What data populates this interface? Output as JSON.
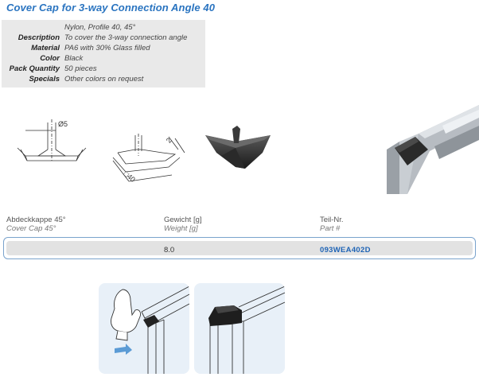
{
  "product": {
    "title": "Cover Cap for 3-way Connection Angle 40",
    "subtitle": "Nylon, Profile 40, 45°"
  },
  "specs": [
    {
      "label": "Description",
      "value": "To cover the 3-way connection angle"
    },
    {
      "label": "Material",
      "value": "PA6 with 30% Glass filled"
    },
    {
      "label": "Color",
      "value": "Black"
    },
    {
      "label": "Pack Quantity",
      "value": "50 pieces"
    },
    {
      "label": "Specials",
      "value": "Other colors on request"
    }
  ],
  "dimensions": {
    "diameter": "Ø5",
    "thickness": "2",
    "square": "□40"
  },
  "table": {
    "headers": [
      {
        "de": "Abdeckkappe 45°",
        "en": "Cover Cap 45°"
      },
      {
        "de": "Gewicht [g]",
        "en": "Weight [g]"
      },
      {
        "de": "Teil-Nr.",
        "en": "Part #"
      }
    ],
    "row": {
      "weight": "8.0",
      "part": "093WEA402D"
    }
  },
  "colors": {
    "title": "#2a74c0",
    "part_number": "#1f64b5",
    "spec_background": "#e9e9e9",
    "row_border": "#7aa3cc",
    "panel_background": "#e8f0f8"
  }
}
